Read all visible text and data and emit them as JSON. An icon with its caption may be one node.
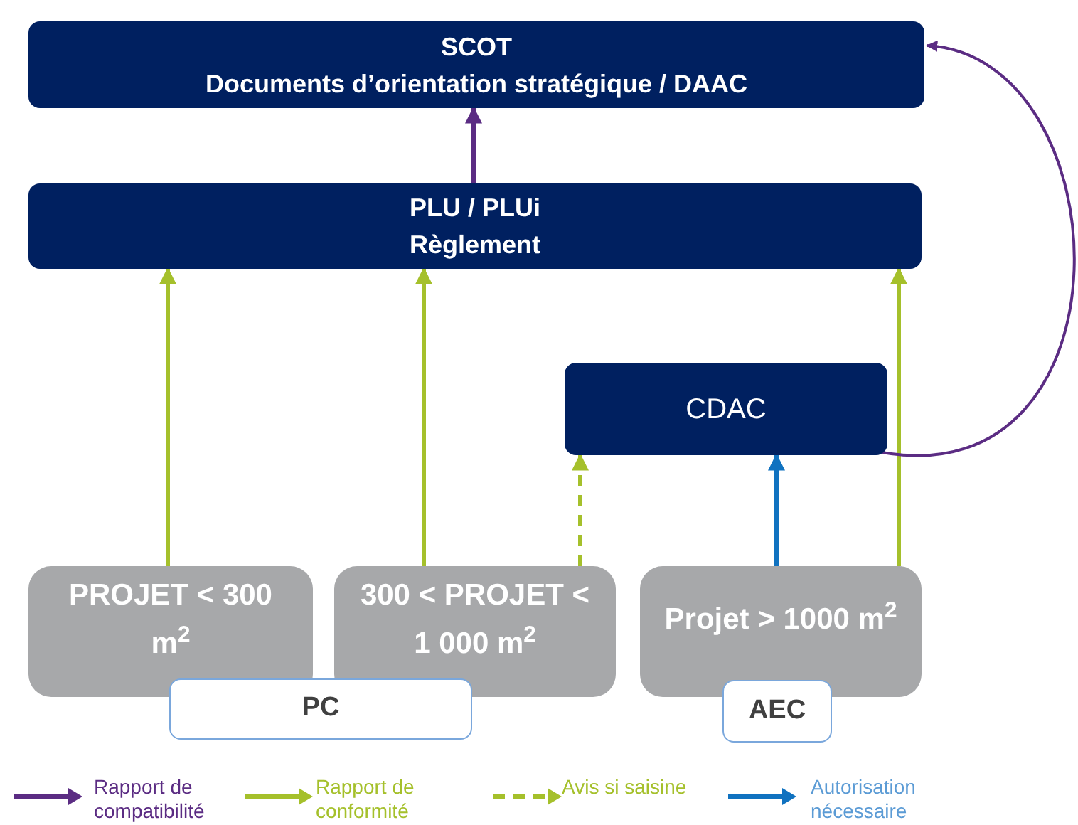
{
  "diagram": {
    "nodes": [
      {
        "text": [
          "SCOT",
          "Documents d’orientation stratégique / DAAC"
        ]
      },
      {
        "text": [
          "PLU / PLUi",
          "Règlement"
        ]
      },
      {
        "text": [
          "CDAC"
        ]
      },
      {
        "text": [
          "PROJET < 300 m$^{2}$"
        ]
      },
      {
        "text": [
          "300 < PROJET < 1 000 m$^{2}$"
        ]
      },
      {
        "text": [
          "Projet > 1000 m$^{2}$"
        ]
      },
      {
        "text": [
          "PC"
        ]
      },
      {
        "text": [
          "AEC"
        ]
      }
    ],
    "edges": [
      {
        "from": 1,
        "to": 0,
        "arrow": "to",
        "color": "#5b2c83"
      },
      {
        "from": 3,
        "to": 1,
        "arrow": "to"
      },
      {
        "from": 4,
        "to": 1,
        "arrow": "to"
      },
      {
        "from": 4,
        "to": 2,
        "arrow": "to",
        "style": "dashed"
      },
      {
        "from": 5,
        "to": 2,
        "arrow": "to",
        "color": "#1072c0"
      },
      {
        "from": 5,
        "to": 1,
        "arrow": "to"
      },
      {
        "from": 2,
        "to": 0,
        "arrow": "to",
        "color": "#5b2c83"
      }
    ],
    "legend": [
      {
        "text": "Rapport de compatibilité"
      },
      {
        "text": "Rapport de conformité"
      },
      {
        "text": "Avis si saisine"
      },
      {
        "text": "Autorisation nécessaire"
      }
    ]
  }
}
